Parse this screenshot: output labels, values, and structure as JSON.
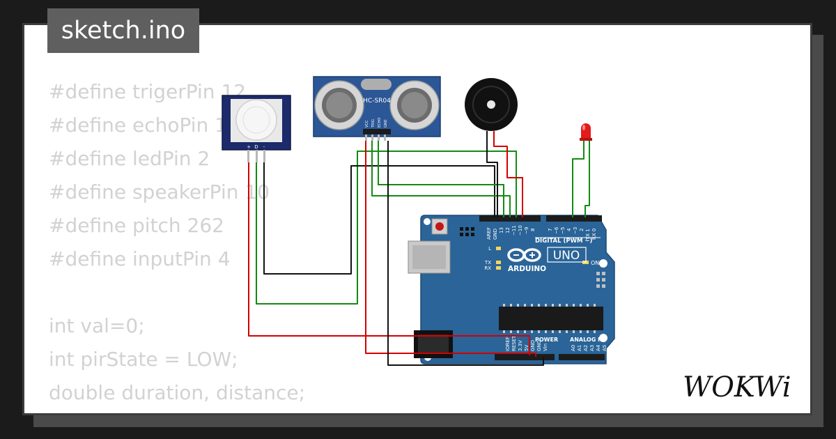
{
  "tab": {
    "title": "sketch.ino"
  },
  "code_lines": [
    "#define trigerPin 12",
    "#define echoPin 11",
    "#define ledPin 2",
    "#define speakerPin 10",
    "#define pitch 262",
    "#define inputPin 4",
    "",
    "int val=0;",
    "int pirState = LOW;",
    "double duration, distance;"
  ],
  "pir": {
    "pins": [
      "+",
      "D",
      "-"
    ]
  },
  "ultrasonic": {
    "label": "HC-SR04",
    "pins": [
      "VCC",
      "TRIG",
      "ECHO",
      "GND"
    ]
  },
  "arduino": {
    "brand": "ARDUINO",
    "model": "UNO",
    "digital_label": "DIGITAL (PWM ~)",
    "on_label": "ON",
    "led_labels": [
      "L",
      "TX",
      "RX"
    ],
    "top_pins": [
      "AREF",
      "GND",
      "13",
      "12",
      "~11",
      "~10",
      "~9",
      "8",
      "7",
      "~6",
      "~5",
      "4",
      "~3",
      "2",
      "TX 1",
      "RX 0"
    ],
    "power_label": "POWER",
    "analog_label": "ANALOG IN",
    "power_pins": [
      "IOREF",
      "RESET",
      "3.3V",
      "5V",
      "GND",
      "GND",
      "Vin"
    ],
    "analog_pins": [
      "A0",
      "A1",
      "A2",
      "A3",
      "A4",
      "A5"
    ]
  },
  "logo": {
    "text": "WOKWi"
  },
  "colors": {
    "wire_red": "#d40000",
    "wire_green": "#138a13",
    "wire_black": "#111111",
    "board_blue": "#2a6498"
  }
}
